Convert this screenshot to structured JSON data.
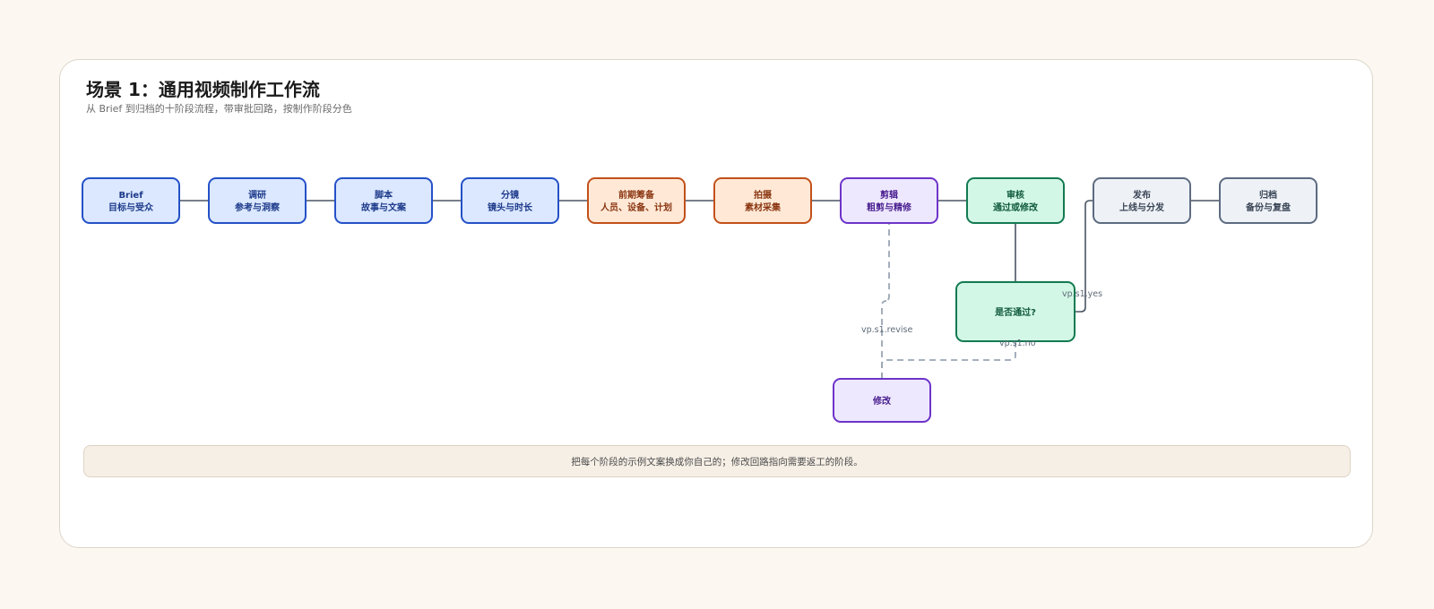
{
  "header": {
    "title": "场景 1：通用视频制作工作流",
    "subtitle": "从 Brief 到归档的十阶段流程，带审批回路，按制作阶段分色"
  },
  "nodes": [
    {
      "id": "brief",
      "line1": "Brief",
      "line2": "目标与受众",
      "fill": "#dbe8ff",
      "stroke": "#2451c7",
      "text": "#1d3a8a"
    },
    {
      "id": "research",
      "line1": "调研",
      "line2": "参考与洞察",
      "fill": "#dbe8ff",
      "stroke": "#2451c7",
      "text": "#1d3a8a"
    },
    {
      "id": "script",
      "line1": "脚本",
      "line2": "故事与文案",
      "fill": "#dbe8ff",
      "stroke": "#2451c7",
      "text": "#1d3a8a"
    },
    {
      "id": "storyboard",
      "line1": "分镜",
      "line2": "镜头与时长",
      "fill": "#dbe8ff",
      "stroke": "#2451c7",
      "text": "#1d3a8a"
    },
    {
      "id": "preproduction",
      "line1": "前期筹备",
      "line2": "人员、设备、计划",
      "fill": "#ffe9d6",
      "stroke": "#c2501a",
      "text": "#8a3612"
    },
    {
      "id": "shoot",
      "line1": "拍摄",
      "line2": "素材采集",
      "fill": "#ffe9d6",
      "stroke": "#c2501a",
      "text": "#8a3612"
    },
    {
      "id": "edit",
      "line1": "剪辑",
      "line2": "粗剪与精修",
      "fill": "#eee8ff",
      "stroke": "#6d33c9",
      "text": "#4a1f8f"
    },
    {
      "id": "review",
      "line1": "审核",
      "line2": "通过或修改",
      "fill": "#d3f7e6",
      "stroke": "#137a52",
      "text": "#0f5a3c"
    },
    {
      "id": "publish",
      "line1": "发布",
      "line2": "上线与分发",
      "fill": "#eef2f7",
      "stroke": "#5d6b80",
      "text": "#3a4556"
    },
    {
      "id": "archive",
      "line1": "归档",
      "line2": "备份与复盘",
      "fill": "#eef2f7",
      "stroke": "#5d6b80",
      "text": "#3a4556"
    },
    {
      "id": "decision",
      "line1": "是否通过?",
      "line2": "",
      "fill": "#d3f7e6",
      "stroke": "#137a52",
      "text": "#0f5a3c"
    },
    {
      "id": "revise",
      "line1": "修改",
      "line2": "",
      "fill": "#eee8ff",
      "stroke": "#6d33c9",
      "text": "#4a1f8f"
    }
  ],
  "edges": [
    {
      "from": "brief",
      "to": "research",
      "label": ""
    },
    {
      "from": "research",
      "to": "script",
      "label": ""
    },
    {
      "from": "script",
      "to": "storyboard",
      "label": ""
    },
    {
      "from": "storyboard",
      "to": "preproduction",
      "label": ""
    },
    {
      "from": "preproduction",
      "to": "shoot",
      "label": ""
    },
    {
      "from": "shoot",
      "to": "edit",
      "label": ""
    },
    {
      "from": "edit",
      "to": "review",
      "label": ""
    },
    {
      "from": "publish",
      "to": "archive",
      "label": ""
    },
    {
      "from": "review",
      "to": "decision",
      "label": ""
    },
    {
      "from": "decision",
      "to": "publish",
      "label": "vp.s1.yes"
    },
    {
      "from": "decision",
      "to": "revise",
      "label": "vp.s1.no"
    },
    {
      "from": "revise",
      "to": "edit",
      "label": "vp.s1.revise"
    }
  ],
  "colors": {
    "edge_solid": "#4a5563",
    "edge_dashed": "#9aa6b4"
  },
  "note": {
    "text": "把每个阶段的示例文案换成你自己的；修改回路指向需要返工的阶段。"
  }
}
